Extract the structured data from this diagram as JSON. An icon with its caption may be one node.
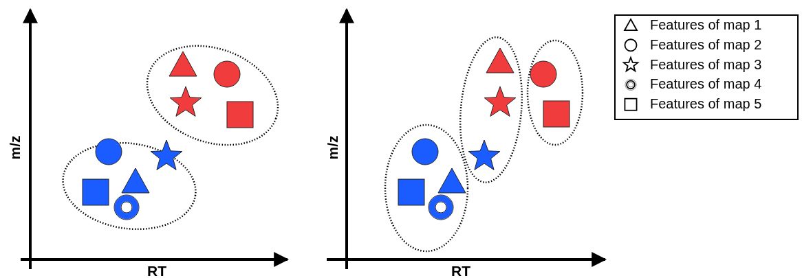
{
  "diagram": {
    "labels": [
      "m/z",
      "RT",
      "m/z",
      "RT"
    ],
    "legend": [
      {
        "text": "Features of map 1"
      },
      {
        "text": "Features of map 2"
      },
      {
        "text": "Features of map 3"
      },
      {
        "text": "Features of map 4"
      },
      {
        "text": "Features of map 5"
      }
    ]
  }
}
